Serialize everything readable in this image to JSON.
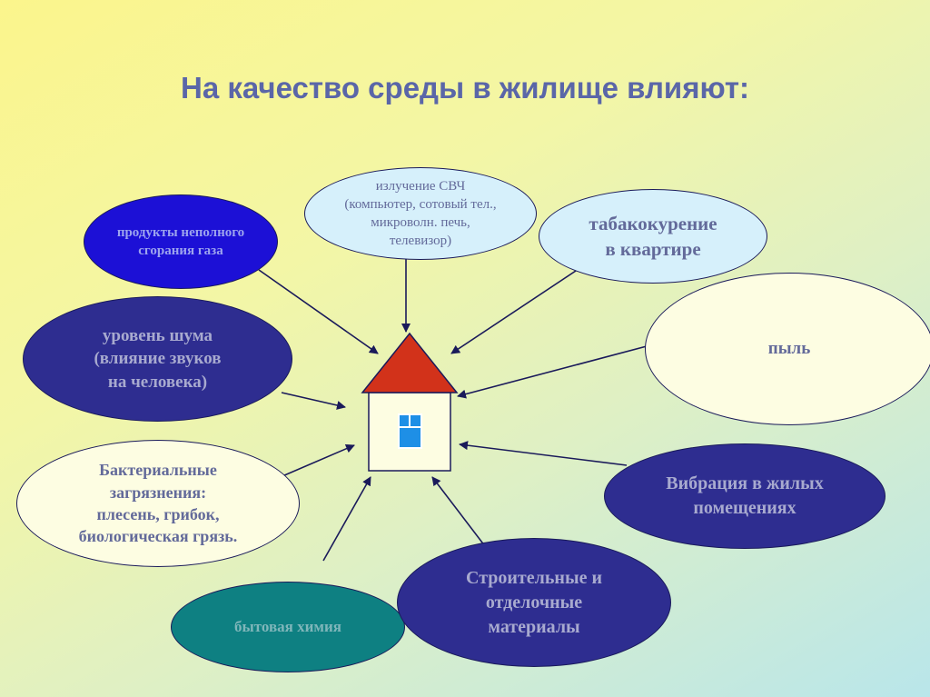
{
  "title": "На качество среды в жилище влияют:",
  "nodes": {
    "microwave": "излучение СВЧ\n(компьютер, сотовый тел.,\nмикроволн. печь,\nтелевизор)",
    "gas": "продукты неполного\nсгорания газа",
    "smoking": "табакокурение\nв квартире",
    "noise": "уровень шума\n(влияние звуков\nна человека)",
    "dust": "пыль",
    "bacteria": "Бактериальные\nзагрязнения:\nплесень, грибок,\nбиологическая грязь.",
    "vibration": "Вибрация в жилых\nпомещениях",
    "chemicals": "бытовая химия",
    "materials": "Строительные и\nотделочные\nматериалы"
  },
  "colors": {
    "arrow": "#1a1a5a",
    "roof": "#d2321a",
    "wall": "#fdfde2",
    "window": "#1e8fe6"
  }
}
